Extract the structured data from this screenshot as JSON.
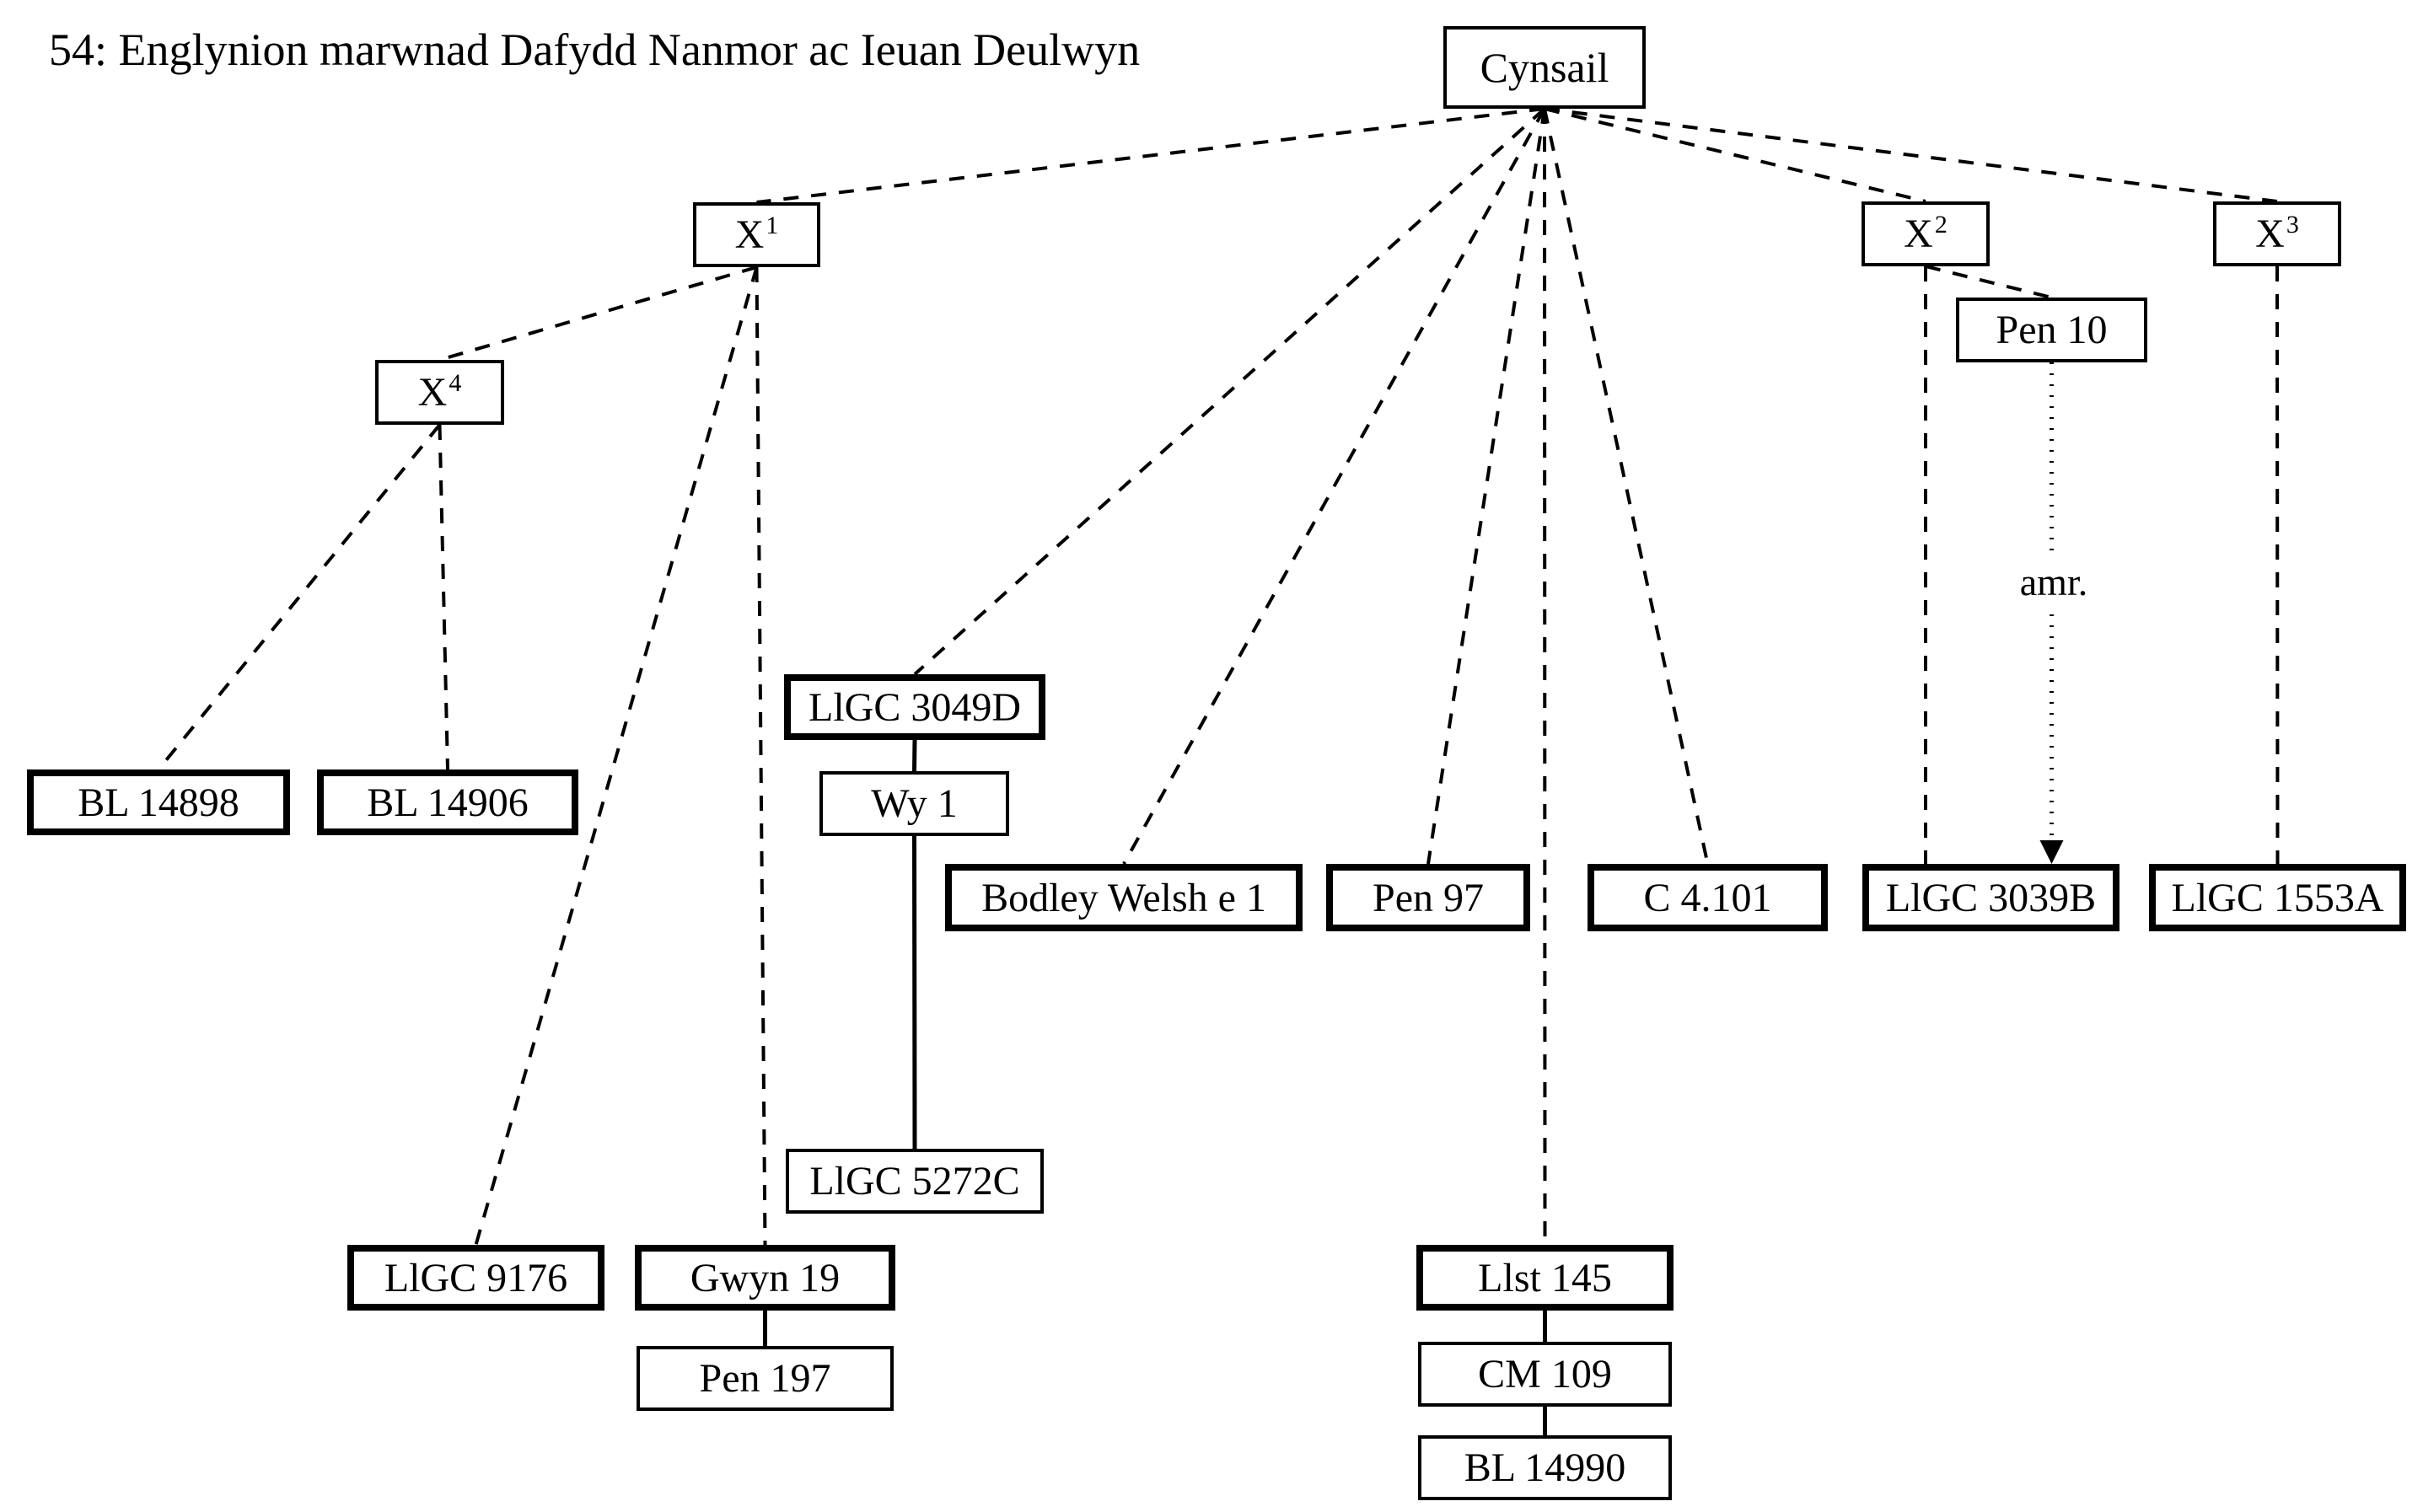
{
  "title": "54: Englynion marwnad Dafydd Nanmor ac Ieuan Deulwyn",
  "diagram": {
    "annotation": "amr.",
    "colors": {
      "line": "#000000",
      "background": "#ffffff",
      "text": "#000000"
    },
    "nodes": {
      "cynsail": {
        "label": "Cynsail"
      },
      "x1": {
        "base": "X",
        "sup": "1"
      },
      "x2": {
        "base": "X",
        "sup": "2"
      },
      "x3": {
        "base": "X",
        "sup": "3"
      },
      "x4": {
        "base": "X",
        "sup": "4"
      },
      "pen10": {
        "label": "Pen 10"
      },
      "ligc3049d": {
        "label": "LlGC 3049D"
      },
      "wy1": {
        "label": "Wy 1"
      },
      "bl14898": {
        "label": "BL 14898"
      },
      "bl14906": {
        "label": "BL 14906"
      },
      "bodley_welsh_e1": {
        "label": "Bodley Welsh e 1"
      },
      "pen97": {
        "label": "Pen 97"
      },
      "c4101": {
        "label": "C 4.101"
      },
      "ligc3039b": {
        "label": "LlGC 3039B"
      },
      "ligc1553a": {
        "label": "LlGC 1553A"
      },
      "ligc5272c": {
        "label": "LlGC 5272C"
      },
      "ligc9176": {
        "label": "LlGC 9176"
      },
      "gwyn19": {
        "label": "Gwyn 19"
      },
      "pen197": {
        "label": "Pen 197"
      },
      "llst145": {
        "label": "Llst 145"
      },
      "cm109": {
        "label": "CM 109"
      },
      "bl14990": {
        "label": "BL 14990"
      }
    },
    "edges": [
      {
        "from": "cynsail",
        "to": "x1",
        "style": "dashed"
      },
      {
        "from": "cynsail",
        "to": "ligc3049d",
        "style": "dashed"
      },
      {
        "from": "cynsail",
        "to": "bodley_welsh_e1",
        "style": "dashed"
      },
      {
        "from": "cynsail",
        "to": "pen97",
        "style": "dashed"
      },
      {
        "from": "cynsail",
        "to": "llst145",
        "style": "dashed"
      },
      {
        "from": "cynsail",
        "to": "c4101",
        "style": "dashed"
      },
      {
        "from": "cynsail",
        "to": "x2",
        "style": "dashed"
      },
      {
        "from": "cynsail",
        "to": "x3",
        "style": "dashed"
      },
      {
        "from": "x1",
        "to": "x4",
        "style": "dashed"
      },
      {
        "from": "x1",
        "to": "ligc9176",
        "style": "dashed"
      },
      {
        "from": "x1",
        "to": "gwyn19",
        "style": "dashed"
      },
      {
        "from": "x4",
        "to": "bl14898",
        "style": "dashed"
      },
      {
        "from": "x4",
        "to": "bl14906",
        "style": "dashed"
      },
      {
        "from": "x2",
        "to": "ligc3039b",
        "style": "dashed",
        "drop": true
      },
      {
        "from": "x2",
        "to": "pen10",
        "style": "dashed"
      },
      {
        "from": "pen10",
        "to": "ligc3039b",
        "style": "dotted",
        "drop": true,
        "arrow": true,
        "label": "amr."
      },
      {
        "from": "x3",
        "to": "ligc1553a",
        "style": "dashed"
      },
      {
        "from": "ligc3049d",
        "to": "wy1",
        "style": "solid"
      },
      {
        "from": "wy1",
        "to": "ligc5272c",
        "style": "solid"
      },
      {
        "from": "gwyn19",
        "to": "pen197",
        "style": "solid"
      },
      {
        "from": "llst145",
        "to": "cm109",
        "style": "solid"
      },
      {
        "from": "cm109",
        "to": "bl14990",
        "style": "solid"
      }
    ]
  }
}
